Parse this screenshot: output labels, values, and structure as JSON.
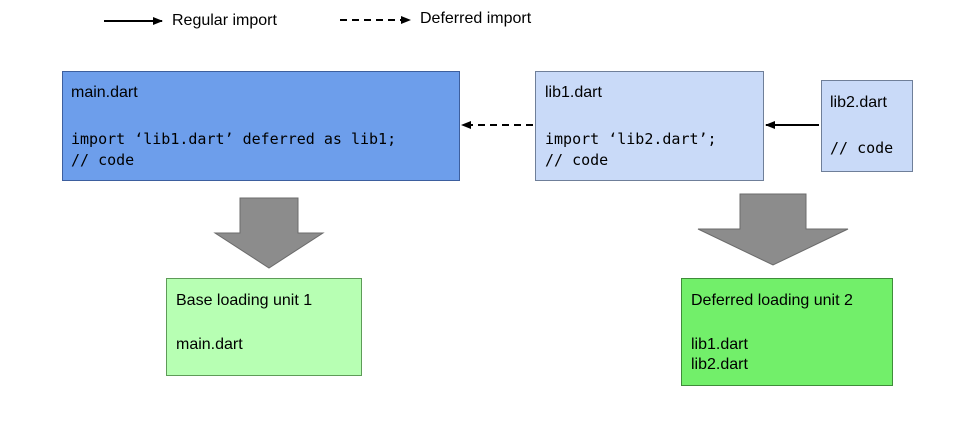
{
  "legend": {
    "regular_label": "Regular import",
    "deferred_label": "Deferred import"
  },
  "nodes": {
    "main": {
      "title": "main.dart",
      "code_line_1": "import ‘lib1.dart’ deferred as lib1;",
      "code_line_2": "// code"
    },
    "lib1": {
      "title": "lib1.dart",
      "code_line_1": "import ‘lib2.dart’;",
      "code_line_2": "// code"
    },
    "lib2": {
      "title": "lib2.dart",
      "code_line_1": "// code"
    },
    "unit1": {
      "title": "Base loading unit 1",
      "files": [
        "main.dart"
      ]
    },
    "unit2": {
      "title": "Deferred loading unit 2",
      "files": [
        "lib1.dart",
        "lib2.dart"
      ]
    }
  },
  "colors": {
    "main_fill": "#6d9eeb",
    "lib_fill": "#c9daf8",
    "unit1_fill": "#b7ffb3",
    "unit2_fill": "#72ef6a",
    "arrow_fill": "#8c8c8c"
  }
}
